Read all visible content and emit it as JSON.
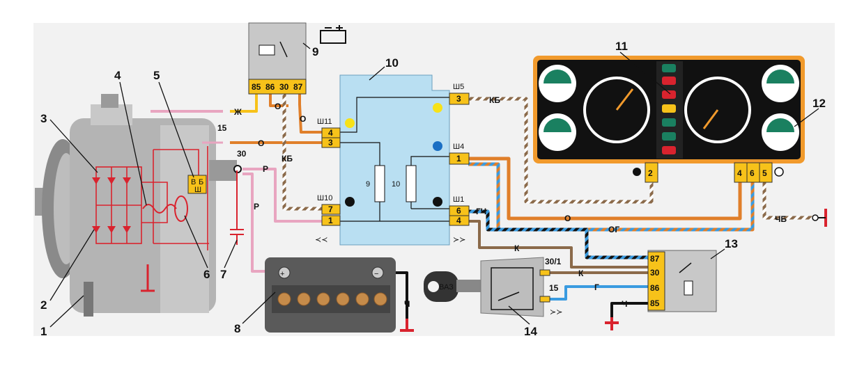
{
  "callouts": [
    "1",
    "2",
    "3",
    "4",
    "5",
    "6",
    "7",
    "8",
    "9",
    "10",
    "11",
    "12",
    "13",
    "14"
  ],
  "relay9": {
    "pins": [
      "85",
      "86",
      "30",
      "87"
    ]
  },
  "unit10": {
    "connectors": {
      "sh5": "Ш5",
      "sh11": "Ш11",
      "sh4": "Ш4",
      "sh10": "Ш10",
      "sh1": "Ш1"
    },
    "pins": {
      "sh5_3": "3",
      "sh11_4": "4",
      "sh11_3": "3",
      "sh4_1": "1",
      "sh10_7": "7",
      "sh10_1": "1",
      "sh1_6": "6",
      "sh1_4": "4"
    },
    "resistors": [
      "9",
      "10"
    ]
  },
  "panel12": {
    "pins": [
      "2",
      "4",
      "6",
      "5"
    ]
  },
  "relay13": {
    "pins": [
      "87",
      "30",
      "86",
      "85"
    ]
  },
  "ignition14": {
    "terminals": [
      "30/1",
      "15"
    ],
    "key_text": "ВАЗ"
  },
  "generator": {
    "terminal_letters": [
      "В",
      "Б",
      "Ш"
    ]
  },
  "terminals": {
    "t15": "15",
    "t30": "30"
  },
  "wires": {
    "zh": "Ж",
    "o": "О",
    "kb": "КБ",
    "r": "Р",
    "gch": "ГЧ",
    "og": "ОГ",
    "k": "К",
    "g": "Г",
    "ch": "Ч",
    "chb": "ЧБ"
  },
  "colors": {
    "orange": "#e07f2a",
    "yellow": "#f7c21a",
    "pink": "#e8a5c0",
    "blue": "#3a9be0",
    "red": "#d9232e",
    "unit_blue": "#b9dff2",
    "panel_orange": "#f19a2c"
  }
}
